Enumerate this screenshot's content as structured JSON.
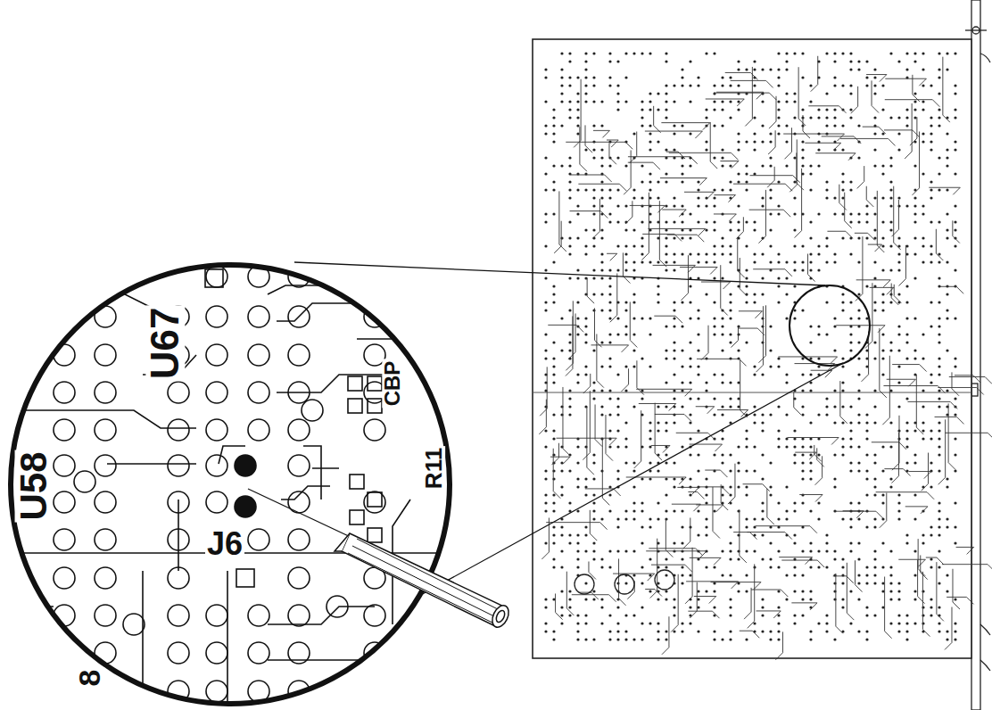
{
  "diagram": {
    "labels": [
      "U67",
      "U58",
      "CBP",
      "R11",
      "J6",
      "8"
    ]
  }
}
